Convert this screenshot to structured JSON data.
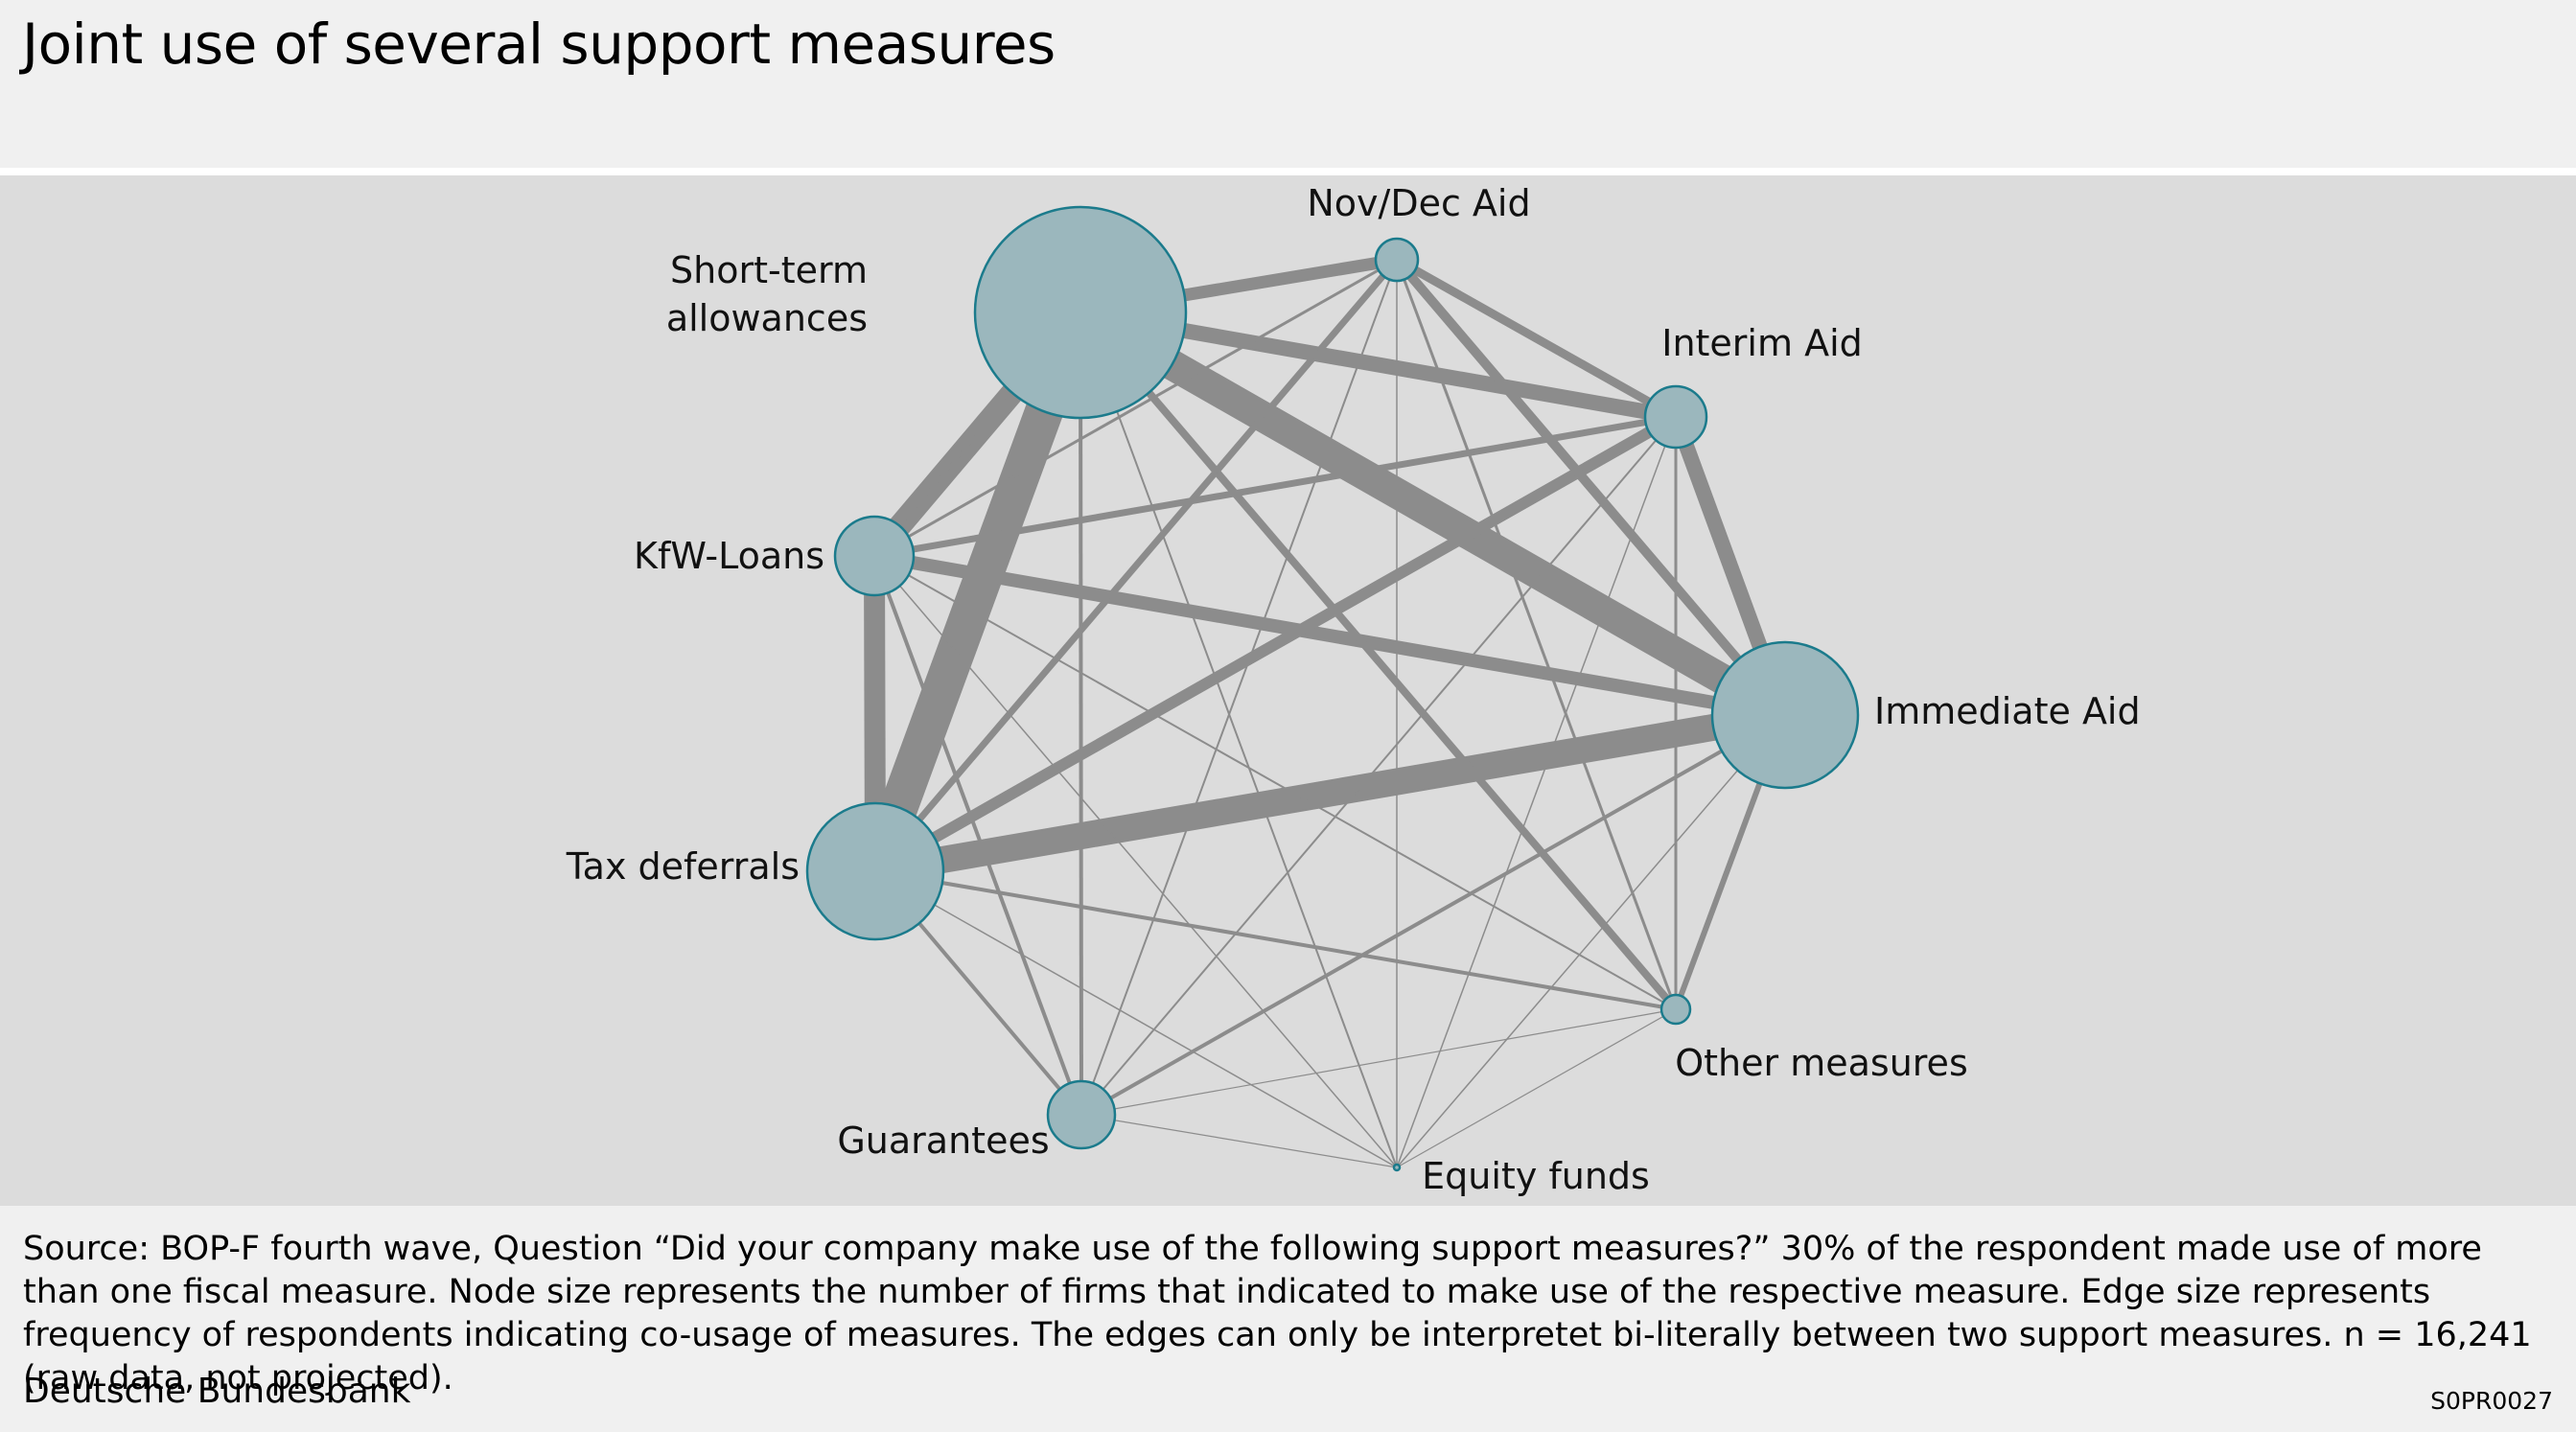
{
  "title": "Joint use of several support measures",
  "diagram": {
    "node_fill": "#9bb7bd",
    "node_stroke": "#1b7b8c",
    "edge_color": "#8c8c8c",
    "nodes": [
      {
        "id": "stw",
        "label_lines": [
          "Short-term",
          "allowances"
        ]
      },
      {
        "id": "nov",
        "label_lines": [
          "Nov/Dec Aid"
        ]
      },
      {
        "id": "int",
        "label_lines": [
          "Interim Aid"
        ]
      },
      {
        "id": "kfw",
        "label_lines": [
          "KfW-Loans"
        ]
      },
      {
        "id": "imm",
        "label_lines": [
          "Immediate Aid"
        ]
      },
      {
        "id": "tax",
        "label_lines": [
          "Tax deferrals"
        ]
      },
      {
        "id": "oth",
        "label_lines": [
          "Other measures"
        ]
      },
      {
        "id": "gua",
        "label_lines": [
          "Guarantees"
        ]
      },
      {
        "id": "equ",
        "label_lines": [
          "Equity funds"
        ]
      }
    ],
    "edges": [
      {
        "a": "stw",
        "b": "imm",
        "weight": 32
      },
      {
        "a": "stw",
        "b": "tax",
        "weight": 40
      },
      {
        "a": "stw",
        "b": "kfw",
        "weight": 24
      },
      {
        "a": "tax",
        "b": "imm",
        "weight": 28
      },
      {
        "a": "kfw",
        "b": "tax",
        "weight": 22
      },
      {
        "a": "stw",
        "b": "int",
        "weight": 16
      },
      {
        "a": "int",
        "b": "imm",
        "weight": 16
      },
      {
        "a": "stw",
        "b": "nov",
        "weight": 13
      },
      {
        "a": "kfw",
        "b": "imm",
        "weight": 14
      },
      {
        "a": "tax",
        "b": "int",
        "weight": 12
      },
      {
        "a": "nov",
        "b": "imm",
        "weight": 10
      },
      {
        "a": "nov",
        "b": "int",
        "weight": 9
      },
      {
        "a": "stw",
        "b": "oth",
        "weight": 8
      },
      {
        "a": "tax",
        "b": "nov",
        "weight": 7
      },
      {
        "a": "kfw",
        "b": "int",
        "weight": 7
      },
      {
        "a": "imm",
        "b": "oth",
        "weight": 6
      },
      {
        "a": "stw",
        "b": "gua",
        "weight": 4
      },
      {
        "a": "kfw",
        "b": "gua",
        "weight": 4
      },
      {
        "a": "tax",
        "b": "oth",
        "weight": 4
      },
      {
        "a": "tax",
        "b": "gua",
        "weight": 4
      },
      {
        "a": "gua",
        "b": "imm",
        "weight": 4
      },
      {
        "a": "nov",
        "b": "oth",
        "weight": 3
      },
      {
        "a": "kfw",
        "b": "nov",
        "weight": 3
      },
      {
        "a": "int",
        "b": "oth",
        "weight": 3
      },
      {
        "a": "tax",
        "b": "nov",
        "weight": 3
      },
      {
        "a": "kfw",
        "b": "stw",
        "weight": 3
      },
      {
        "a": "stw",
        "b": "equ",
        "weight": 2
      },
      {
        "a": "kfw",
        "b": "oth",
        "weight": 2
      },
      {
        "a": "gua",
        "b": "int",
        "weight": 2
      },
      {
        "a": "gua",
        "b": "nov",
        "weight": 2
      },
      {
        "a": "nov",
        "b": "equ",
        "weight": 1.5
      },
      {
        "a": "int",
        "b": "equ",
        "weight": 1.5
      },
      {
        "a": "kfw",
        "b": "equ",
        "weight": 1.5
      },
      {
        "a": "tax",
        "b": "equ",
        "weight": 1.5
      },
      {
        "a": "imm",
        "b": "equ",
        "weight": 1.5
      },
      {
        "a": "gua",
        "b": "equ",
        "weight": 1.2
      },
      {
        "a": "oth",
        "b": "equ",
        "weight": 1.2
      },
      {
        "a": "gua",
        "b": "oth",
        "weight": 1.2
      }
    ]
  },
  "footer": {
    "source": "Source: BOP-F fourth wave, Question “Did your company make use of the following support measures?” 30% of the respondent made use of more than one fiscal measure. Node size represents the number of firms that indicated to make use of the respective measure. Edge size represents frequency of respondents indicating co-usage of measures. The edges can only be interpretet bi-literally between two support measures. n = 16,241 (raw data, not projected).",
    "publisher": "Deutsche Bundesbank",
    "code": "S0PR0027"
  }
}
